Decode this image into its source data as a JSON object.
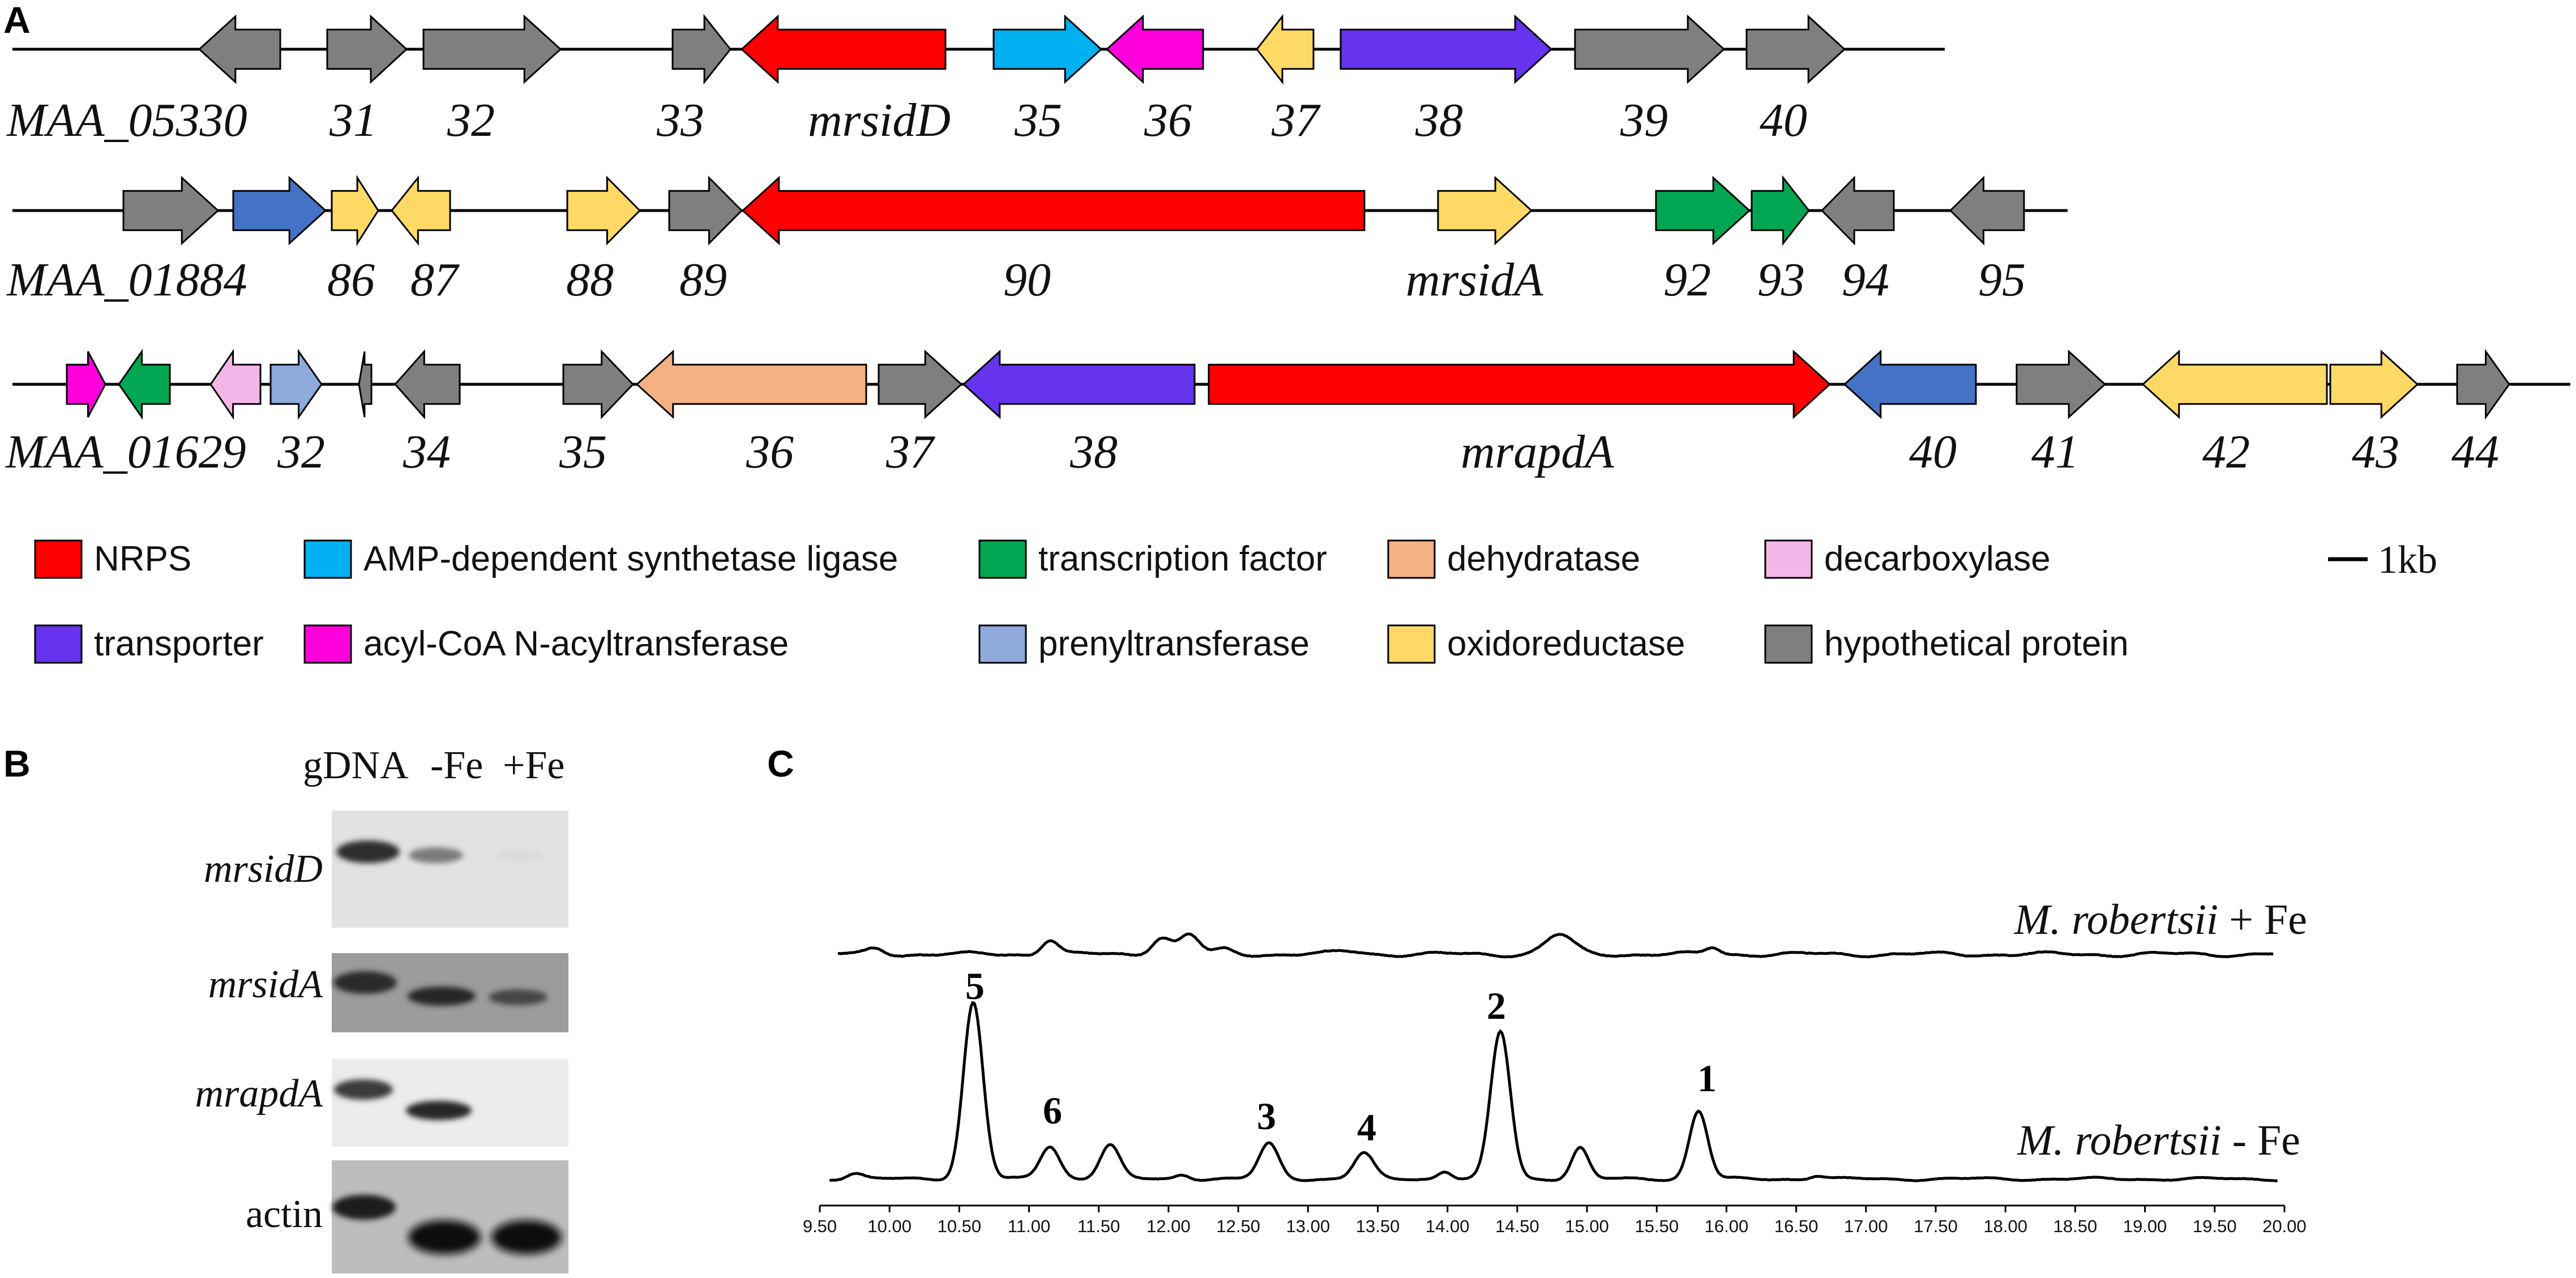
{
  "panel_a": {
    "label": "A",
    "colors": {
      "nrps": "#ff0000",
      "amp": "#00b0f0",
      "tf": "#00a651",
      "dehyd": "#f4b183",
      "decarb": "#f4b6e8",
      "transporter": "#6633ee",
      "acyl": "#ff00dd",
      "prenyl": "#8eaadb",
      "oxido": "#ffd966",
      "hypo": "#7f7f7f"
    },
    "clusters": [
      {
        "labels": [
          "MAA_05330",
          "31",
          "32",
          "33",
          "mrsidD",
          "35",
          "36",
          "37",
          "38",
          "39",
          "40"
        ]
      },
      {
        "labels": [
          "MAA_01884",
          "86",
          "87",
          "88",
          "89",
          "90",
          "mrsidA",
          "92",
          "93",
          "94",
          "95"
        ]
      },
      {
        "labels": [
          "MAA_01629",
          "32",
          "34",
          "35",
          "36",
          "37",
          "38",
          "mrapdA",
          "40",
          "41",
          "42",
          "43",
          "44"
        ]
      }
    ],
    "legend": [
      {
        "key": "nrps",
        "label": "NRPS"
      },
      {
        "key": "amp",
        "label": "AMP-dependent synthetase ligase"
      },
      {
        "key": "tf",
        "label": "transcription factor"
      },
      {
        "key": "dehyd",
        "label": "dehydratase"
      },
      {
        "key": "decarb",
        "label": "decarboxylase"
      },
      {
        "key": "transporter",
        "label": "transporter"
      },
      {
        "key": "acyl",
        "label": "acyl-CoA N-acyltransferase"
      },
      {
        "key": "prenyl",
        "label": "prenyltransferase"
      },
      {
        "key": "oxido",
        "label": "oxidoreductase"
      },
      {
        "key": "hypo",
        "label": "hypothetical protein"
      }
    ],
    "scale_label": "1kb"
  },
  "panel_b": {
    "label": "B",
    "lanes": [
      "gDNA",
      "-Fe",
      "+Fe"
    ],
    "genes": [
      "mrsidD",
      "mrsidA",
      "mrapdA",
      "actin"
    ]
  },
  "panel_c": {
    "label": "C",
    "traces": [
      {
        "name_italic": "M. robertsii",
        "name_suffix": " + Fe"
      },
      {
        "name_italic": "M. robertsii",
        "name_suffix": " - Fe"
      }
    ],
    "peaks": [
      "5",
      "6",
      "3",
      "4",
      "2",
      "1"
    ],
    "axis_ticks": [
      "9.50",
      "10.00",
      "10.50",
      "11.00",
      "11.50",
      "12.00",
      "12.50",
      "13.00",
      "13.50",
      "14.00",
      "14.50",
      "15.00",
      "15.50",
      "16.00",
      "16.50",
      "17.00",
      "17.50",
      "18.00",
      "18.50",
      "19.00",
      "19.50",
      "20.00"
    ]
  }
}
